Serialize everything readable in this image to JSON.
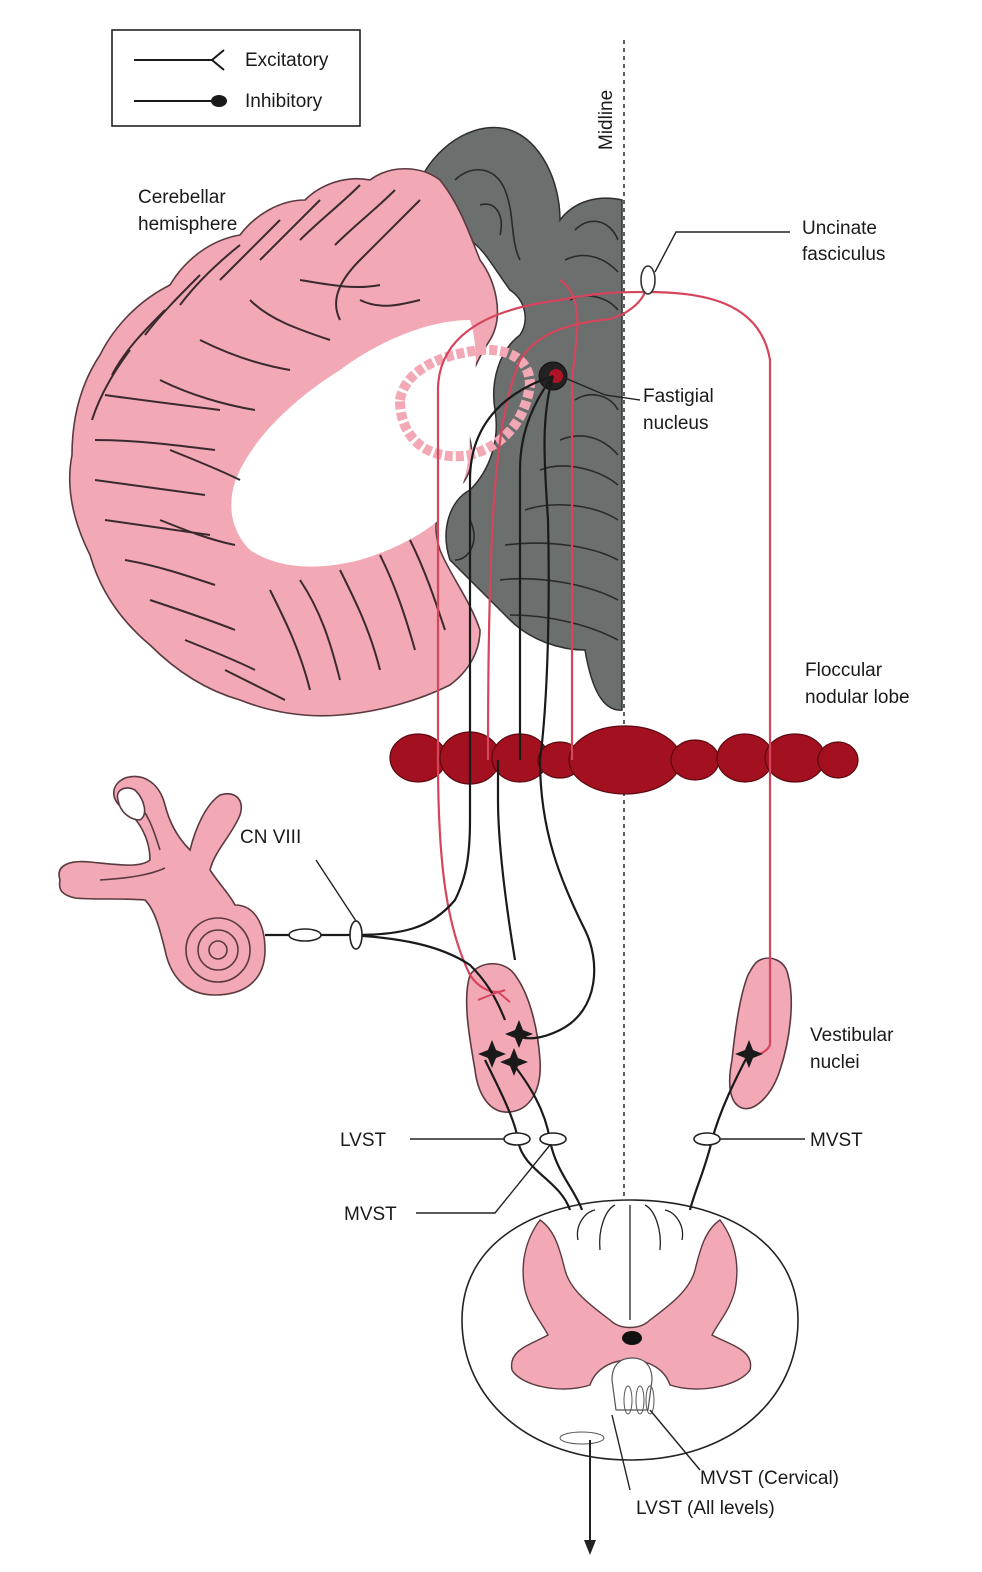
{
  "legend": {
    "excitatory": "Excitatory",
    "inhibitory": "Inhibitory"
  },
  "labels": {
    "midline": "Midline",
    "cerebellar_hemisphere_1": "Cerebellar",
    "cerebellar_hemisphere_2": "hemisphere",
    "uncinate_1": "Uncinate",
    "uncinate_2": "fasciculus",
    "fastigial_1": "Fastigial",
    "fastigial_2": "nucleus",
    "floccular_1": "Floccular",
    "floccular_2": "nodular lobe",
    "cn_viii": "CN VIII",
    "vestibular_1": "Vestibular",
    "vestibular_2": "nuclei",
    "lvst_left": "LVST",
    "mvst_right": "MVST",
    "mvst_left": "MVST",
    "mvst_cervical": "MVST (Cervical)",
    "lvst_all_levels": "LVST (All levels)"
  },
  "colors": {
    "pink_tissue": "#f2a9b5",
    "gray_vermis": "#6b6f6d",
    "dark_red_lobe": "#a3101f",
    "inhibitory_pathway": "#d6455c",
    "excitatory_pathway": "#1a1a1a"
  }
}
